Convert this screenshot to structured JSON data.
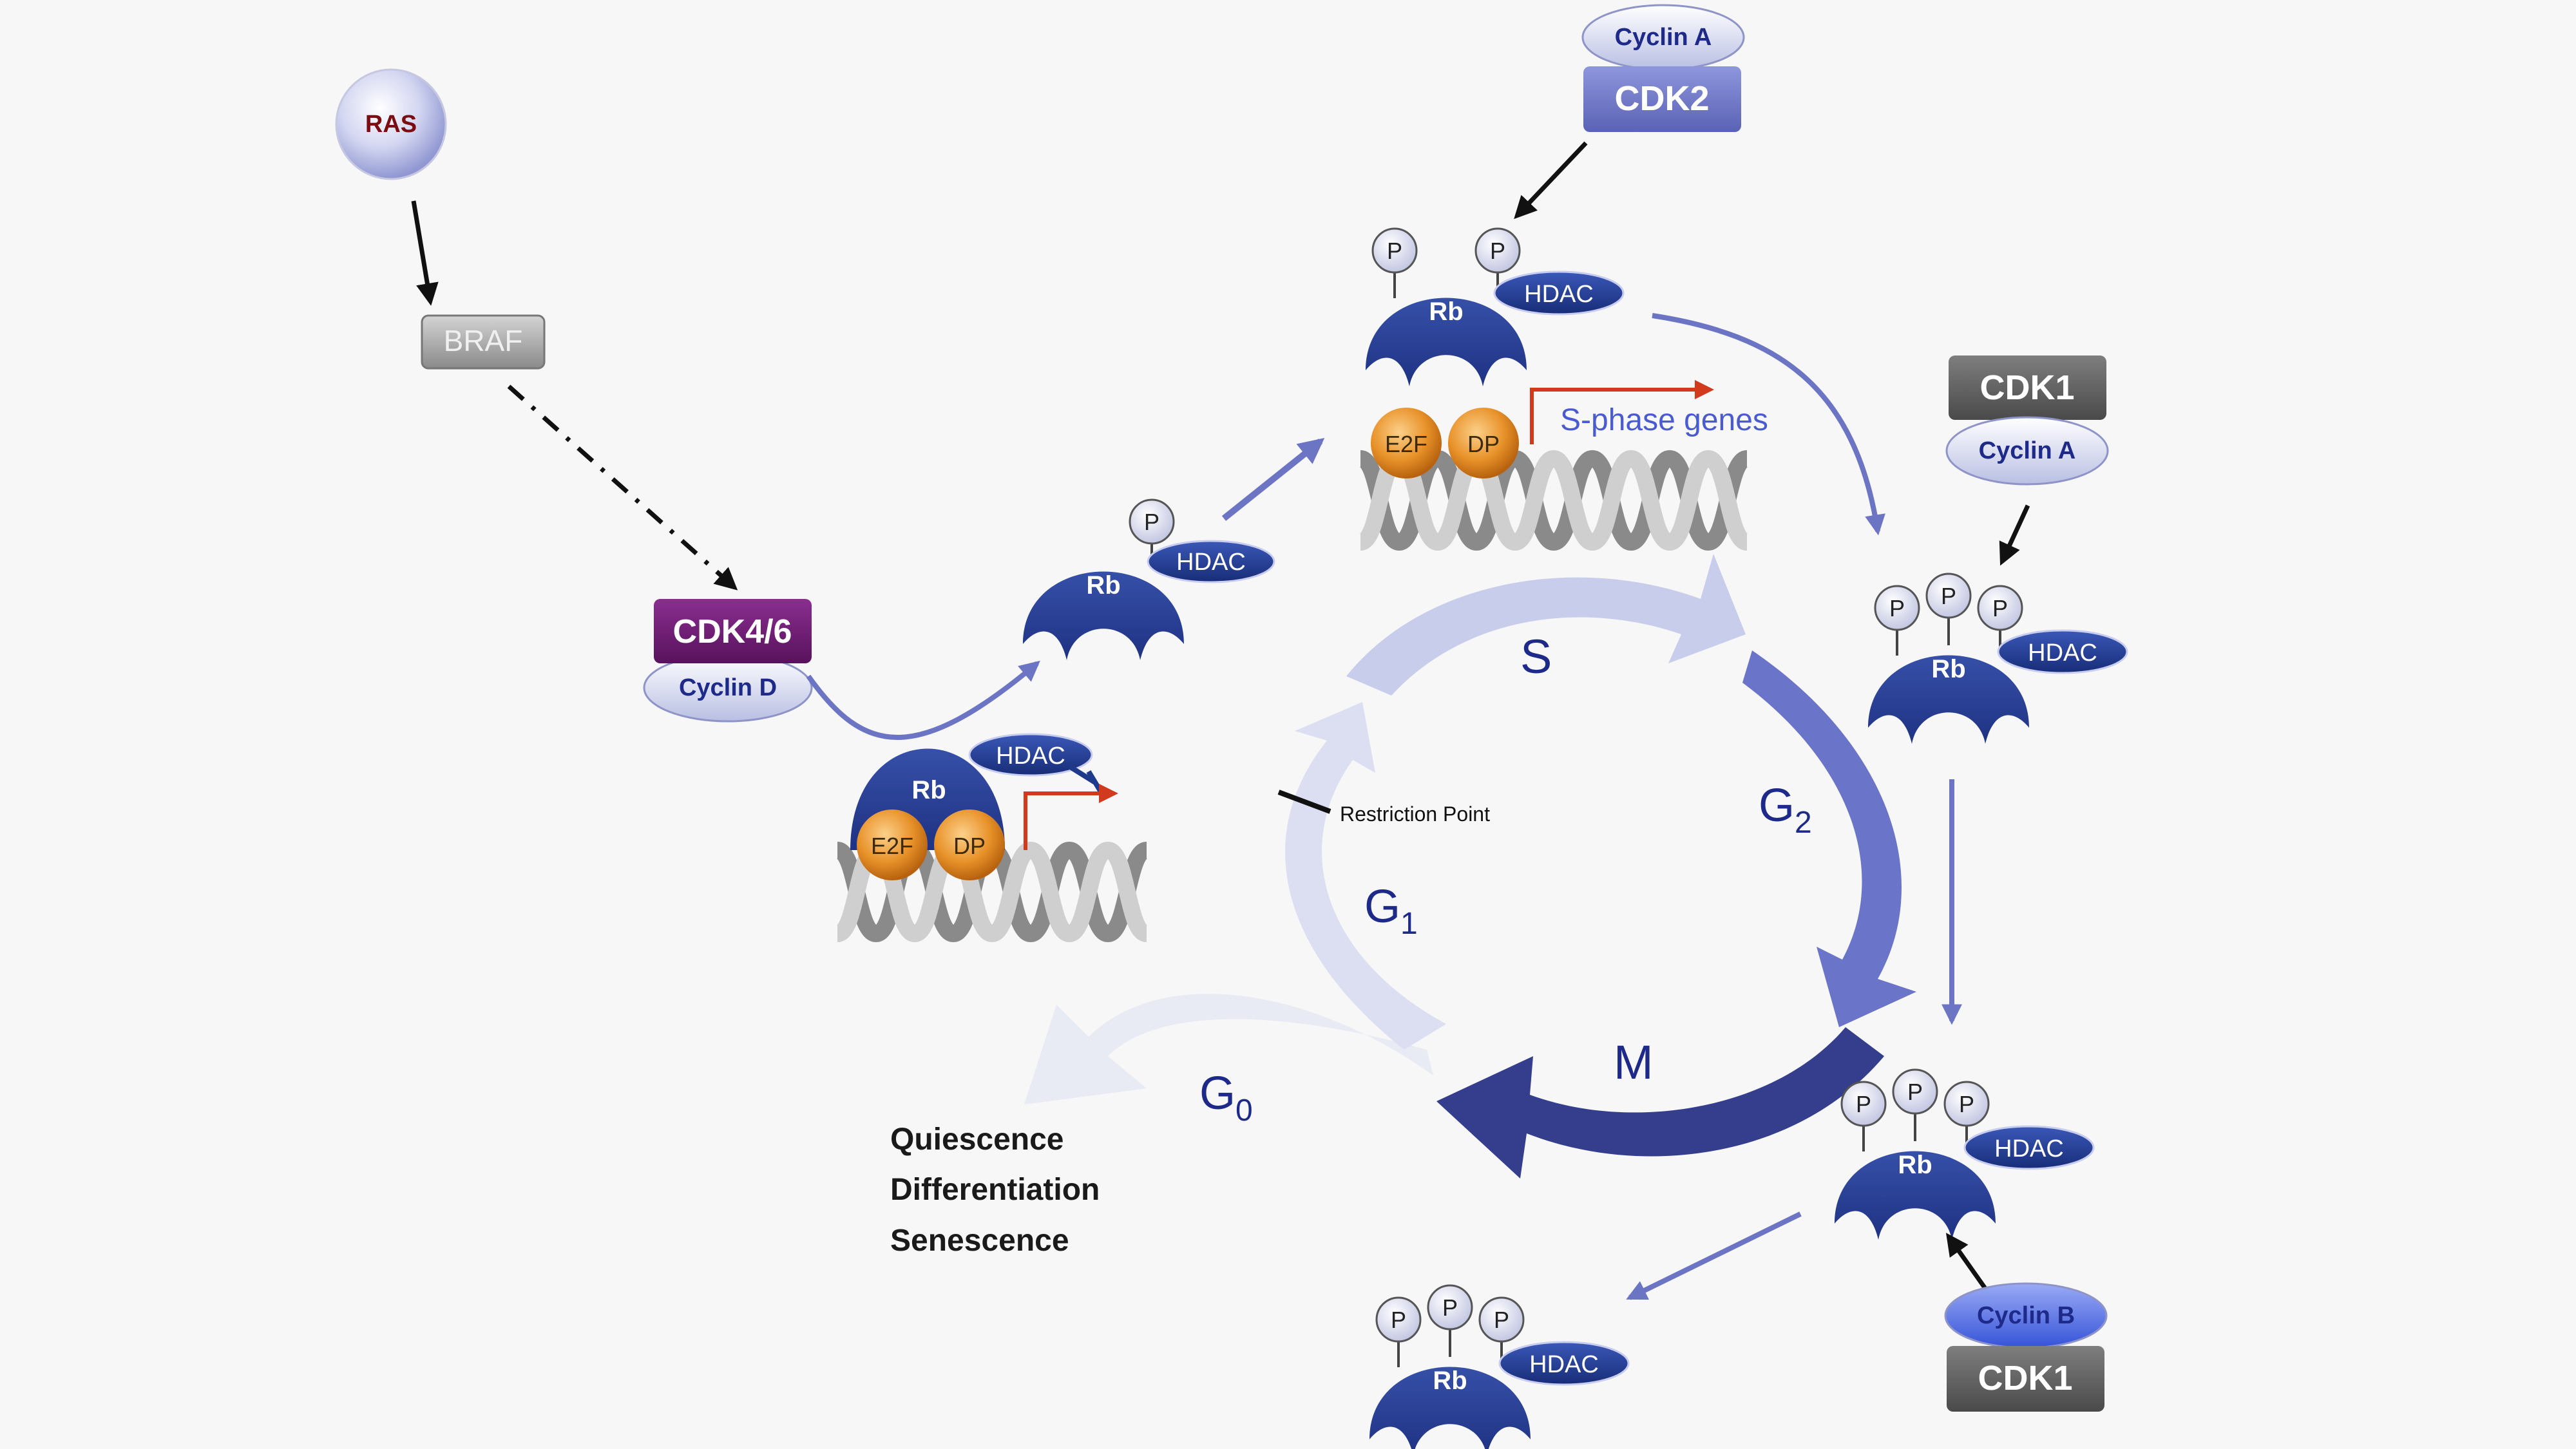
{
  "upstream": {
    "ras": "RAS",
    "braf": "BRAF"
  },
  "complexes": {
    "cdk46": "CDK4/6",
    "cyclin_d": "Cyclin D",
    "cdk2": "CDK2",
    "cyclin_a_top": "Cyclin A",
    "cdk1_top": "CDK1",
    "cyclin_a_right": "Cyclin A",
    "cdk1_bottom": "CDK1",
    "cyclin_b": "Cyclin B"
  },
  "molecules": {
    "rb": "Rb",
    "hdac": "HDAC",
    "p": "P",
    "e2f": "E2F",
    "dp": "DP"
  },
  "labels": {
    "s_phase_genes": "S-phase genes",
    "restriction_point": "Restriction Point",
    "phase_s": "S",
    "phase_g2": "G",
    "phase_g2_sub": "2",
    "phase_m": "M",
    "phase_g1": "G",
    "phase_g1_sub": "1",
    "phase_g0": "G",
    "phase_g0_sub": "0"
  },
  "fates": [
    "Quiescence",
    "Differentiation",
    "Senescence"
  ],
  "colors": {
    "rb_navy": "#2a3f8f",
    "hdac_navy": "#1f3a8a",
    "cdk2_purple": "#6f78c9",
    "cdk46_magenta": "#6e1a73",
    "cdk1_gray": "#666666",
    "orange": "#e08a1a",
    "arrow_violet": "#6c74c4",
    "arrow_red": "#d23a1e",
    "phase_text": "#1e2a8a"
  }
}
